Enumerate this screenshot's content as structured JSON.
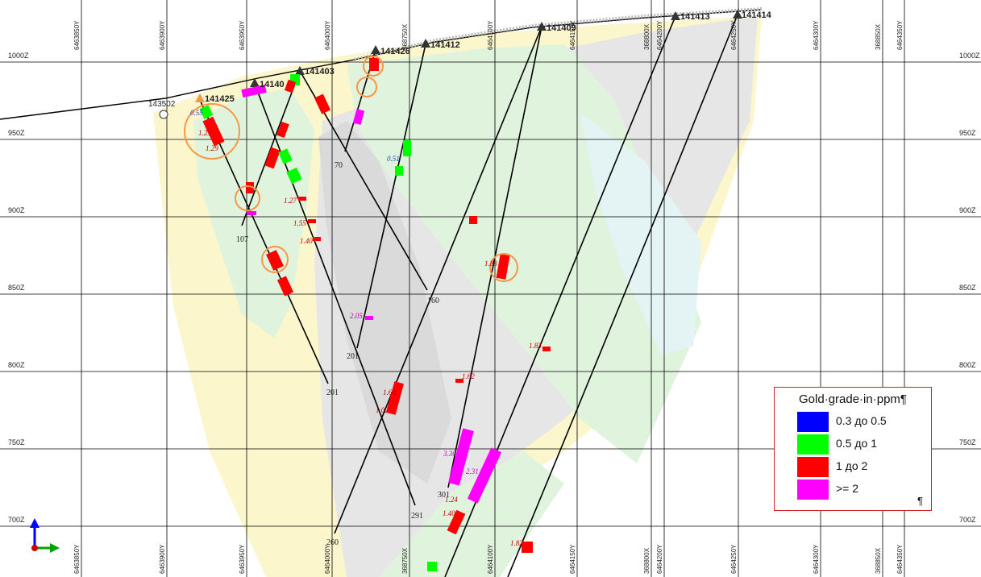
{
  "levels": [
    "1000Z",
    "950Z",
    "900Z",
    "850Z",
    "800Z",
    "750Z",
    "700Z"
  ],
  "northings_top": [
    "6463850Y",
    "6463900Y",
    "6463950Y",
    "6464000Y",
    "368750X",
    "6464100Y",
    "6464150Y",
    "368800X",
    "6464200Y",
    "6464250Y",
    "6464300Y",
    "368850X",
    "6464350Y"
  ],
  "northings_bottom": [
    "6463850Y",
    "6463900Y",
    "6463950Y",
    "6464000Y",
    "368750X",
    "6464100Y",
    "6464150Y",
    "368800X",
    "6464200Y",
    "6464250Y",
    "6464300Y",
    "368850X",
    "6464350Y"
  ],
  "holes": [
    "143502",
    "141425",
    "14140",
    "141403",
    "141426",
    "141412",
    "141409",
    "141413",
    "141414"
  ],
  "depths": [
    "70",
    "107",
    "201",
    "201",
    "260",
    "291",
    "301",
    "160"
  ],
  "grade_values": [
    "0.55",
    "1.29",
    "1.29",
    "1.27",
    "1.55",
    "1.40",
    "0.51",
    "2.05",
    "1.64",
    "1.02",
    "1.62",
    "3.30",
    "2.31",
    "1.24",
    "1.40",
    "1.83",
    "1.83",
    "1.82"
  ],
  "legend": {
    "title": "Gold·grade·in·ppm¶",
    "items": [
      {
        "label": "0.3 до 0.5",
        "color": "#0000ff"
      },
      {
        "label": "0.5 до 1",
        "color": "#00ff00"
      },
      {
        "label": "1 до 2",
        "color": "#ff0000"
      },
      {
        "label": ">= 2",
        "color": "#ff00ff"
      }
    ],
    "end_mark": "¶"
  },
  "colors": {
    "grid": "#000000",
    "fresh_rock": "#e6e6e6",
    "oxide_yellow": "#fbf6cc",
    "halo_green": "#dff3dd",
    "pale_blue": "#e4f4f4",
    "circle": "#ff9933"
  }
}
